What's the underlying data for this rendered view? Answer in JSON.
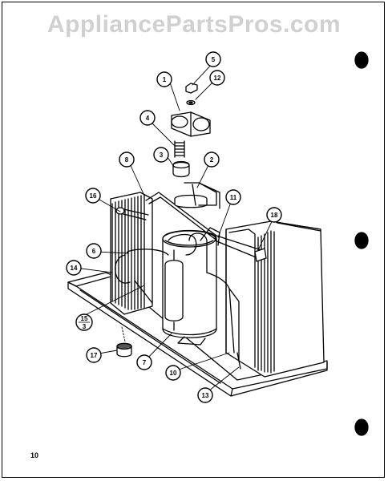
{
  "watermark": "AppliancePartsPros.com",
  "page_number": "10",
  "callouts": [
    "1",
    "2",
    "3",
    "4",
    "5",
    "6",
    "7",
    "8",
    "10",
    "11",
    "12",
    "13",
    "14",
    "15",
    "3",
    "16",
    "17",
    "18"
  ],
  "colors": {
    "ink": "#000000",
    "watermark": "#d0d0d0",
    "paper": "#ffffff"
  }
}
